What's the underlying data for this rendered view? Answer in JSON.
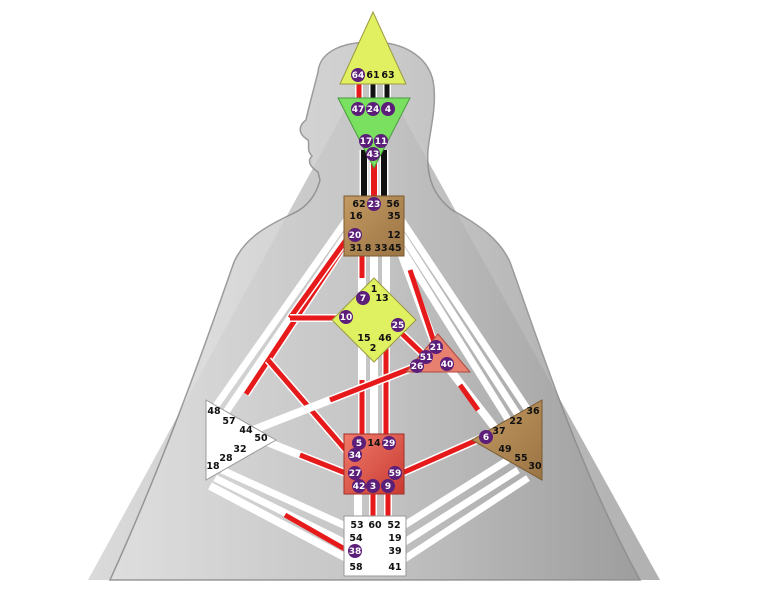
{
  "colors": {
    "background": "#ffffff",
    "silhouette_light": "#cdcdcd",
    "silhouette_dark": "#a6a6a6",
    "outline": "#8a8a8a",
    "channel_base": "#ffffff",
    "channel_red": "#e61a1a",
    "channel_black": "#111111",
    "gate_circle": "#5b1e79",
    "head_center": "#e0f060",
    "ajna_center": "#7ae060",
    "throat_center": "#b08a55",
    "g_center": "#dff060",
    "heart_center": "#e88070",
    "sacral_center": "#e25a50",
    "spleen_center": "#ffffff",
    "solar_plexus_center": "#b08a55",
    "root_center": "#ffffff"
  },
  "gates": {
    "g64": "64",
    "g61": "61",
    "g63": "63",
    "g47": "47",
    "g24": "24",
    "g4": "4",
    "g17": "17",
    "g11": "11",
    "g43": "43",
    "g62": "62",
    "g23": "23",
    "g56": "56",
    "g16": "16",
    "g35": "35",
    "g20": "20",
    "g12": "12",
    "g31": "31",
    "g8": "8",
    "g33": "33",
    "g45": "45",
    "g1": "1",
    "g7": "7",
    "g13": "13",
    "g10": "10",
    "g25": "25",
    "g15": "15",
    "g46": "46",
    "g2": "2",
    "g21": "21",
    "g51": "51",
    "g26": "26",
    "g40": "40",
    "g48": "48",
    "g57": "57",
    "g44": "44",
    "g50": "50",
    "g32": "32",
    "g28": "28",
    "g18": "18",
    "g5": "5",
    "g14": "14",
    "g29": "29",
    "g34": "34",
    "g27": "27",
    "g59": "59",
    "g42": "42",
    "g3": "3",
    "g9": "9",
    "g36": "36",
    "g22": "22",
    "g37": "37",
    "g6": "6",
    "g49": "49",
    "g55": "55",
    "g30": "30",
    "g53": "53",
    "g60": "60",
    "g52": "52",
    "g54": "54",
    "g19": "19",
    "g38": "38",
    "g39": "39",
    "g58": "58",
    "g41": "41"
  }
}
